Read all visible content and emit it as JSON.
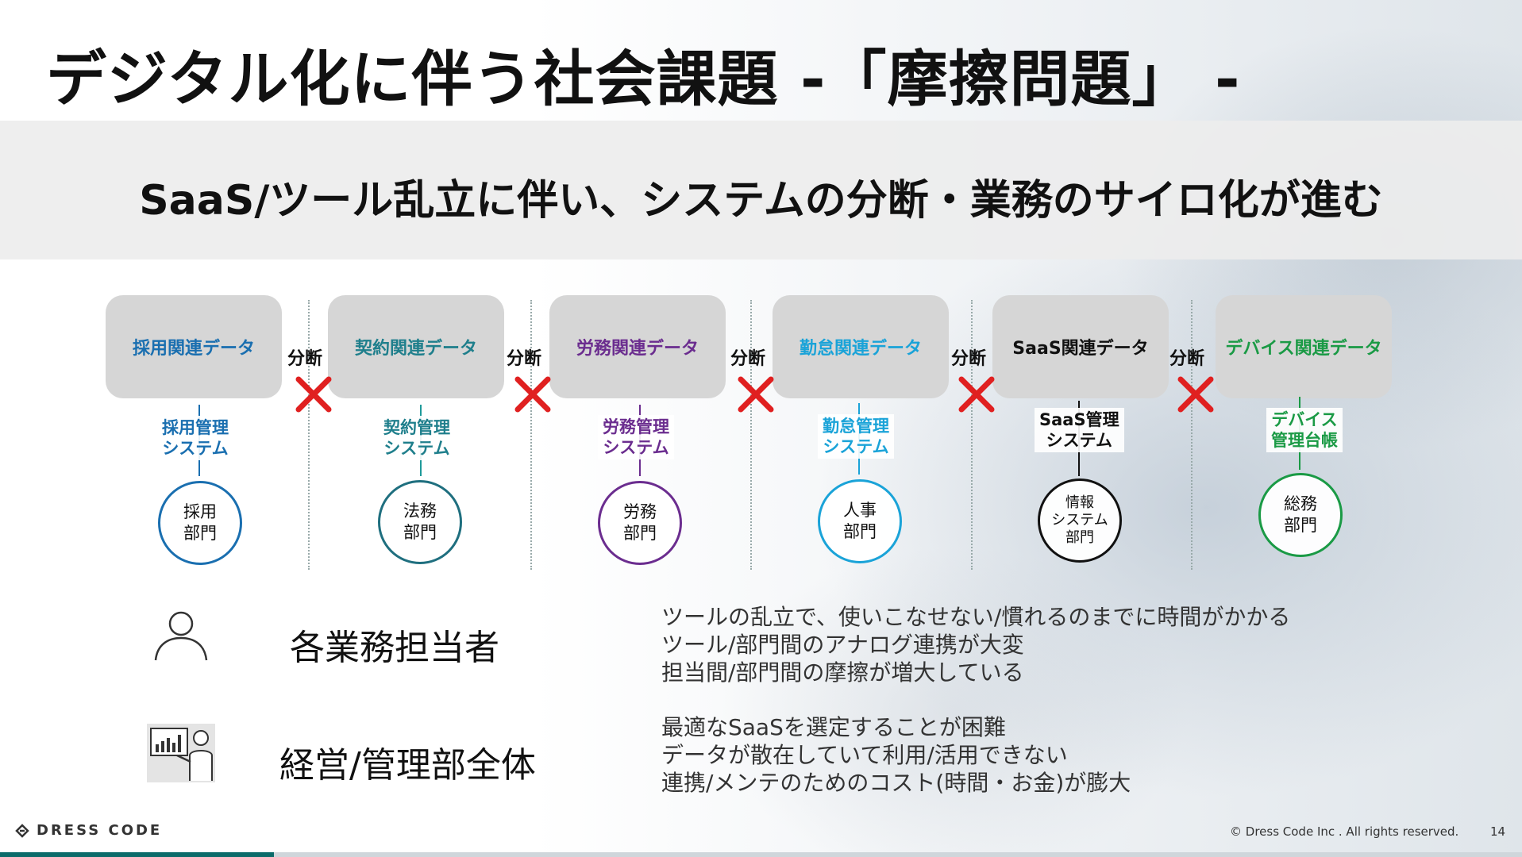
{
  "slide": {
    "title": "デジタル化に伴う社会課題 -「摩擦問題」 -",
    "subtitle": "SaaS/ツール乱立に伴い、システムの分断・業務のサイロ化が進む",
    "divide_label": "分断",
    "columns": [
      {
        "data_label": "採用関連データ",
        "system": [
          "採用管理",
          "システム"
        ],
        "dept": [
          "採用",
          "部門"
        ],
        "color": "#1a6fb0"
      },
      {
        "data_label": "契約関連データ",
        "system": [
          "契約管理",
          "システム"
        ],
        "dept": [
          "法務",
          "部門"
        ],
        "color": "#1f7f8c"
      },
      {
        "data_label": "労務関連データ",
        "system": [
          "労務管理",
          "システム"
        ],
        "dept": [
          "労務",
          "部門"
        ],
        "color": "#6b2d8f"
      },
      {
        "data_label": "勤怠関連データ",
        "system": [
          "勤怠管理",
          "システム"
        ],
        "dept": [
          "人事",
          "部門"
        ],
        "color": "#1aa3d8"
      },
      {
        "data_label": "SaaS関連データ",
        "system": [
          "SaaS管理",
          "システム"
        ],
        "dept": [
          "情報",
          "システム",
          "部門"
        ],
        "color": "#111111"
      },
      {
        "data_label": "デバイス関連データ",
        "system": [
          "デバイス",
          "管理台帳"
        ],
        "dept": [
          "総務",
          "部門"
        ],
        "color": "#1a9a45"
      }
    ],
    "roles": [
      {
        "label": "各業務担当者",
        "icon": "person-outline-icon",
        "issues": [
          "ツールの乱立で、使いこなせない/慣れるのまでに時間がかかる",
          "ツール/部門間のアナログ連携が大変",
          "担当間/部門間の摩擦が増大している"
        ]
      },
      {
        "label": "経営/管理部全体",
        "icon": "presenter-chart-icon",
        "issues": [
          "最適なSaaSを選定することが困難",
          "データが散在していて利用/活用できない",
          "連携/メンテのためのコスト(時間・お金)が膨大"
        ]
      }
    ],
    "footer": {
      "logo": "DRESS CODE",
      "copyright": "© Dress Code Inc . All rights reserved.",
      "page": "14"
    },
    "colors": {
      "cross": "#e02020",
      "accent_bar": "#0b6b6a"
    }
  }
}
